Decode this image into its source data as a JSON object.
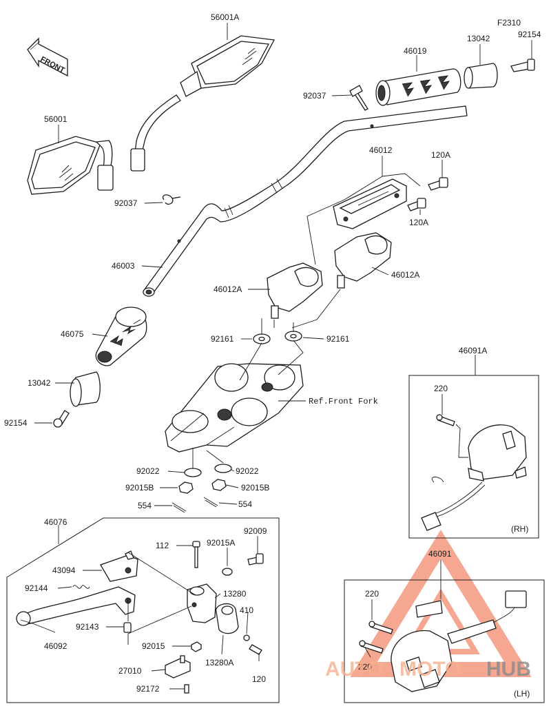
{
  "drawing_code": "F2310",
  "front_label": "FRONT",
  "ref_label": "Ref.Front Fork",
  "watermark": {
    "text_left": "AUTO",
    "text_mid": "MOTO",
    "text_right": "HUB",
    "accent_color": "#f28a6e",
    "dark_color": "#2b2b2b"
  },
  "groups": {
    "rh_switch": {
      "title": "46091A",
      "side": "(RH)"
    },
    "lh_switch": {
      "title": "46091",
      "side": "(LH)"
    },
    "lever_assy": {
      "title": "46076"
    }
  },
  "labels": {
    "l56001A": "56001A",
    "l56001": "56001",
    "l46019": "46019",
    "l13042a": "13042",
    "l92154a": "92154",
    "l92037a": "92037",
    "l46012": "46012",
    "l120Aa": "120A",
    "l92037b": "92037",
    "l120Ab": "120A",
    "l46003": "46003",
    "l46012Aa": "46012A",
    "l46012Ab": "46012A",
    "l92161a": "92161",
    "l92161b": "92161",
    "l46075": "46075",
    "l13042b": "13042",
    "l92154b": "92154",
    "l92022a": "92022",
    "l92022b": "92022",
    "l92015Ba": "92015B",
    "l92015Bb": "92015B",
    "l554a": "554",
    "l554b": "554",
    "l220a": "220",
    "l112": "112",
    "l92009": "92009",
    "l92015A": "92015A",
    "l43094": "43094",
    "l92144": "92144",
    "l13280": "13280",
    "l410": "410",
    "l92143": "92143",
    "l92015": "92015",
    "l46092": "46092",
    "l13280A": "13280A",
    "l120": "120",
    "l27010": "27010",
    "l92172": "92172",
    "l220b": "220",
    "l220c": "220"
  }
}
